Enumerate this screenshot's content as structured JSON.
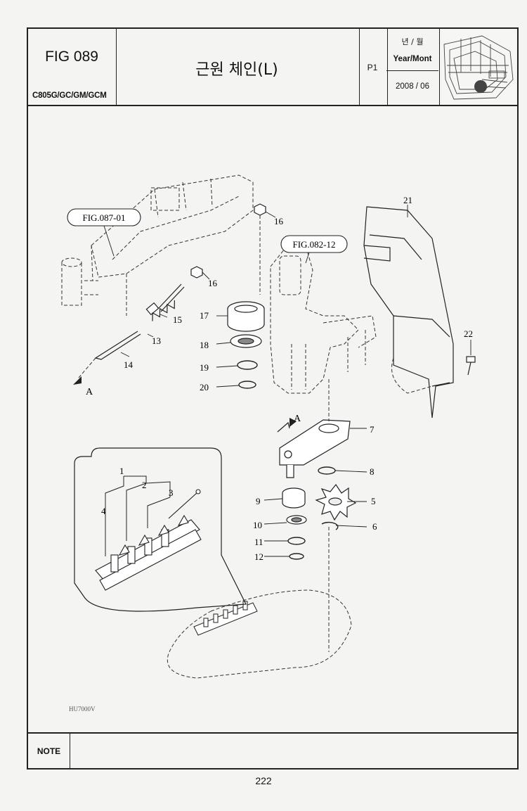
{
  "header": {
    "fig_no": "FIG 089",
    "models": "C805G/GC/GM/GCM",
    "title": "근원 체인(L)",
    "page_id": "P1",
    "year_month_ko": "년 / 월",
    "year_month_en": "Year/Mont",
    "date": "2008 / 06"
  },
  "drawing": {
    "ref_fig_1": "FIG.087-01",
    "ref_fig_2": "FIG.082-12",
    "view_marker": "A",
    "drawing_code": "HU7000V",
    "callouts": [
      "1",
      "2",
      "3",
      "4",
      "5",
      "6",
      "7",
      "8",
      "9",
      "10",
      "11",
      "12",
      "13",
      "14",
      "15",
      "16",
      "16",
      "17",
      "18",
      "19",
      "20",
      "21",
      "22"
    ]
  },
  "footer": {
    "note_label": "NOTE",
    "page_number": "222"
  }
}
